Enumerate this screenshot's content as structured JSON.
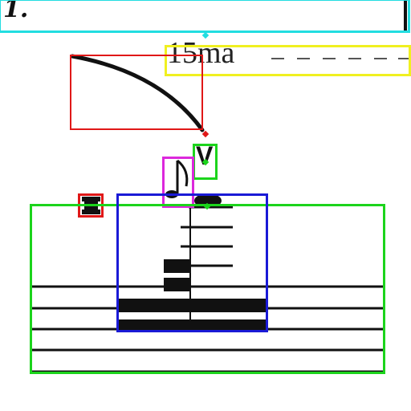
{
  "score": {
    "fingering": "1.",
    "ottava_label": "15ma"
  },
  "annotation_colors": {
    "cyan": "#22dde0",
    "yellow": "#f0f020",
    "red": "#e01818",
    "green": "#1cd41c",
    "magenta": "#dc28dc",
    "blue": "#1a1ad6"
  },
  "symbols": {
    "slur": "slur-icon",
    "bow_mark": "up-bow-icon",
    "eighth_note": "eighth-note-icon",
    "clef": "percussion-clef-icon",
    "staff": "staff-lines",
    "note_stack": "beamed-note-stack"
  }
}
